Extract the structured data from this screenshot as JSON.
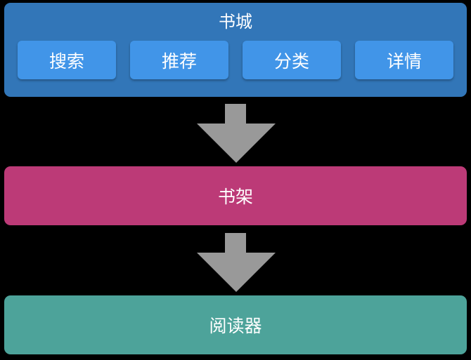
{
  "diagram": {
    "top_block": {
      "title": "书城",
      "color": "#3276b8",
      "buttons": [
        {
          "label": "搜索"
        },
        {
          "label": "推荐"
        },
        {
          "label": "分类"
        },
        {
          "label": "详情"
        }
      ],
      "button_color": "#4195e8"
    },
    "middle_block": {
      "label": "书架",
      "color": "#bc3a77"
    },
    "bottom_block": {
      "label": "阅读器",
      "color": "#4da39a"
    },
    "arrows": [
      {
        "from": "书城",
        "to": "书架",
        "icon": "down-arrow-icon",
        "color": "#999999"
      },
      {
        "from": "书架",
        "to": "阅读器",
        "icon": "down-arrow-icon",
        "color": "#999999"
      }
    ]
  }
}
